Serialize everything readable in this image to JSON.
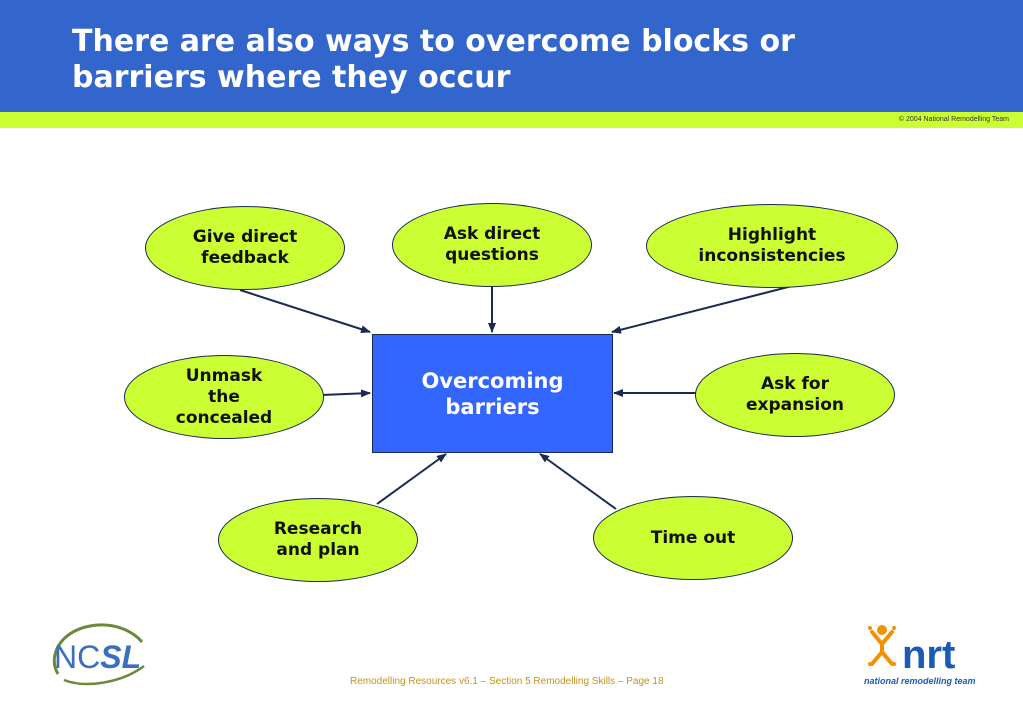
{
  "header": {
    "title_line1": "There are also ways to overcome blocks or",
    "title_line2": "barriers where they occur",
    "copyright": "© 2004  National Remodelling Team"
  },
  "diagram": {
    "center": "Overcoming\nbarriers",
    "nodes": {
      "give_direct_feedback": "Give direct\nfeedback",
      "ask_direct_questions": "Ask direct\nquestions",
      "highlight_inconsistencies": "Highlight\ninconsistencies",
      "unmask_the_concealed": "Unmask\nthe\nconcealed",
      "ask_for_expansion": "Ask for\nexpansion",
      "research_and_plan": "Research\nand plan",
      "time_out": "Time out"
    }
  },
  "footer": {
    "text": "Remodelling Resources v6.1 – Section 5 Remodelling Skills – Page 18",
    "ncsl_logo": {
      "text_nc": "NC",
      "text_sl": "SL"
    },
    "nrt_logo": {
      "text": "nrt",
      "tagline": "national remodelling team"
    }
  },
  "colors": {
    "header_blue": "#3366cc",
    "accent_green": "#ccff33",
    "center_blue": "#3366ff",
    "arrow_navy": "#1a2a55",
    "footer_text": "#c8921a",
    "nrt_orange": "#f39200",
    "nrt_blue": "#1a5bb5",
    "ncsl_blue": "#3a6fbf",
    "ncsl_green": "#6a8a3a"
  }
}
